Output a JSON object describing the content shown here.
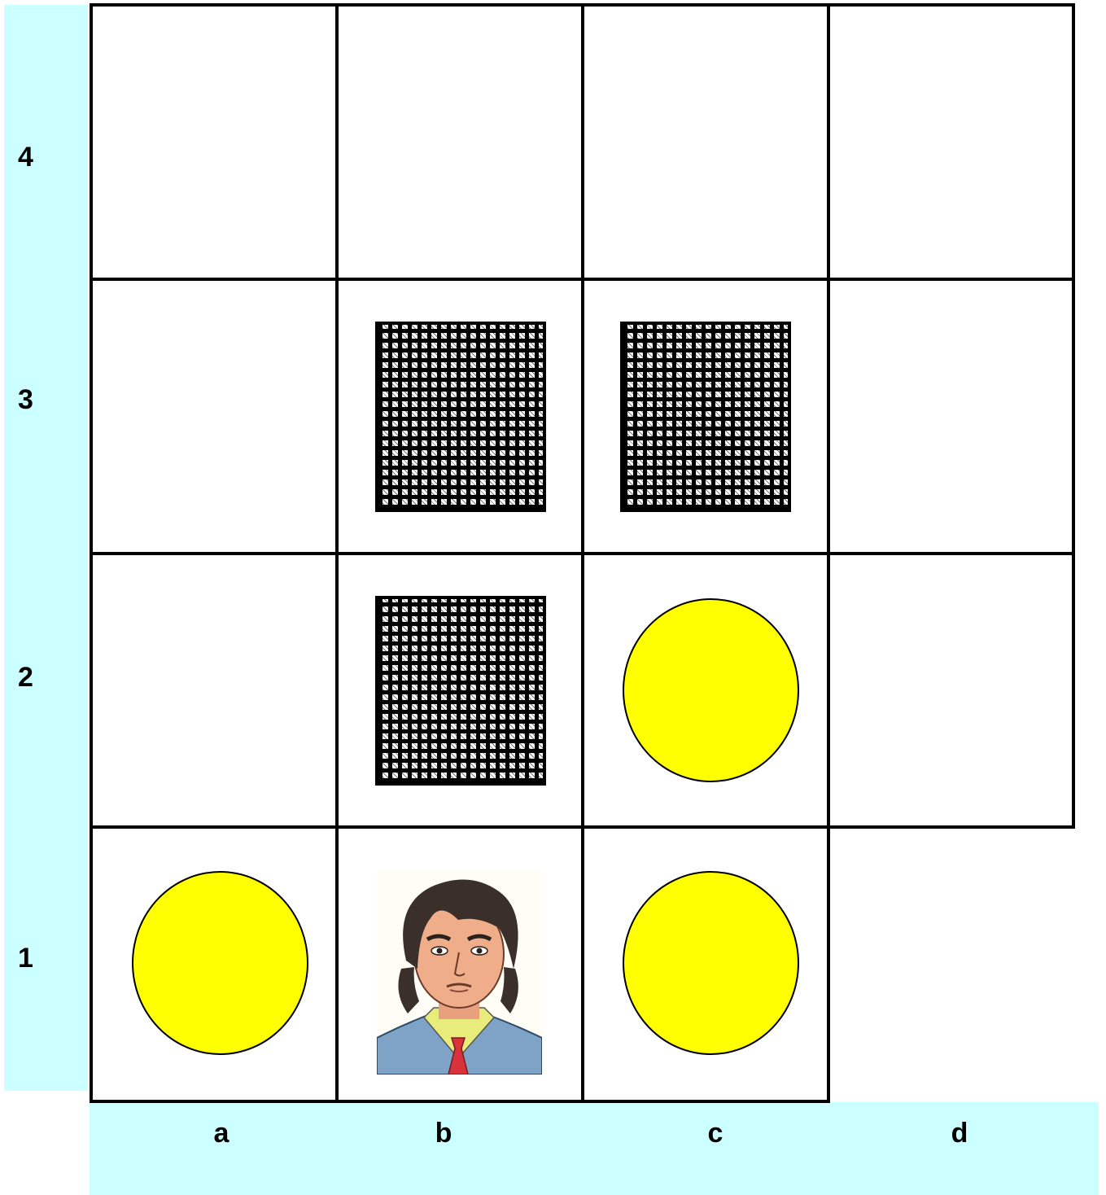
{
  "board": {
    "rank_labels": [
      "4",
      "3",
      "2",
      "1"
    ],
    "file_labels": [
      "a",
      "b",
      "c",
      "d"
    ],
    "colors": {
      "label_strip": "#ccffff",
      "gold": "#ffff00",
      "grid_line": "#000000",
      "cell": "#ffffff"
    },
    "pieces": [
      {
        "square": "b3",
        "kind": "wall"
      },
      {
        "square": "c3",
        "kind": "wall"
      },
      {
        "square": "b2",
        "kind": "wall"
      },
      {
        "square": "c2",
        "kind": "gold"
      },
      {
        "square": "a1",
        "kind": "gold"
      },
      {
        "square": "b1",
        "kind": "agent-portrait"
      },
      {
        "square": "c1",
        "kind": "gold"
      }
    ],
    "missing_square": "d1"
  }
}
